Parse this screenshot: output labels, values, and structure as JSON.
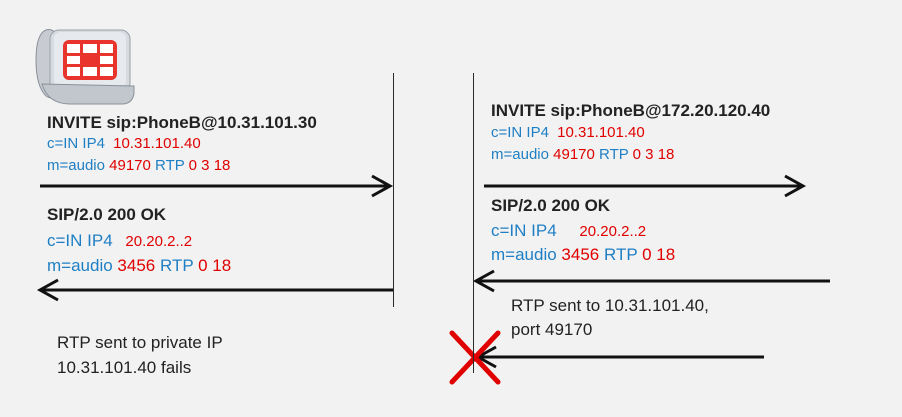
{
  "left": {
    "invite": {
      "title": "INVITE sip:PhoneB@10.31.101.30",
      "c_label": "c=IN IP4",
      "c_value": "10.31.101.40",
      "m_label": "m=audio",
      "m_port": "49170",
      "m_proto": "RTP",
      "m_codecs": "0 3 18"
    },
    "ok": {
      "title": "SIP/2.0 200 OK",
      "c_label": "c=IN IP4",
      "c_value": "20.20.2..2",
      "m_label": "m=audio",
      "m_port": "3456",
      "m_proto": "RTP",
      "m_codecs": "0 18"
    },
    "note_line1": "RTP sent to private IP",
    "note_line2": "10.31.101.40 fails"
  },
  "right": {
    "invite": {
      "title": "INVITE sip:PhoneB@172.20.120.40",
      "c_label": "c=IN IP4",
      "c_value": "10.31.101.40",
      "m_label": "m=audio",
      "m_port": "49170",
      "m_proto": "RTP",
      "m_codecs": "0 3 18"
    },
    "ok": {
      "title": "SIP/2.0 200 OK",
      "c_label": "c=IN IP4",
      "c_value": "20.20.2..2",
      "m_label": "m=audio",
      "m_port": "3456",
      "m_proto": "RTP",
      "m_codecs": "0 18"
    },
    "rtp_line1": "RTP sent to 10.31.101.40,",
    "rtp_line2": "port 49170"
  },
  "colors": {
    "text": "#222222",
    "sdp_label": "#1f7fc4",
    "sdp_value": "#e00000",
    "phone_logo": "#e8342c",
    "fail_mark": "#e00000"
  }
}
